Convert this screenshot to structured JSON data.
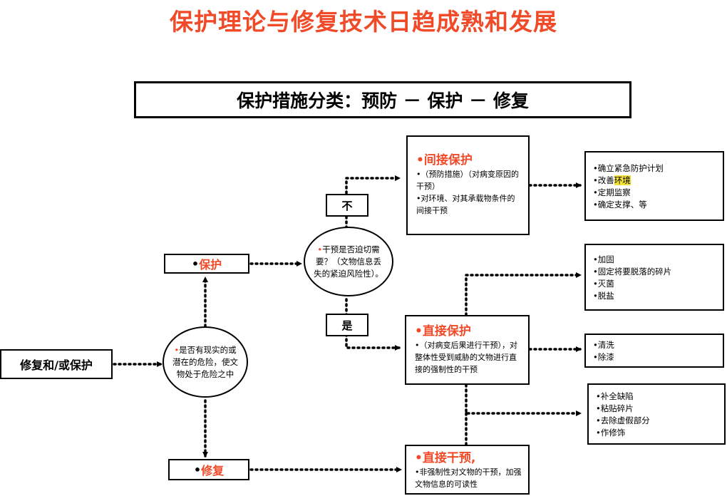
{
  "title": "保护理论与修复技术日趋成熟和发展",
  "subtitle": "保护措施分类：预防 － 保护 － 修复",
  "start_box": "修复和/或保护",
  "ellipse_danger": {
    "bullet": "•",
    "text": "是否有现实的或潜在的危险，使文物处于危险之中"
  },
  "protect_box": {
    "bullet": "•",
    "label": "保护"
  },
  "restore_box": {
    "bullet": "•",
    "label": "修复"
  },
  "ellipse_urgent": {
    "bullet": "•",
    "text": "干预是否迫切需要？（文物信息丢失的紧迫风险性）。"
  },
  "no_label": "不",
  "yes_label": "是",
  "indirect": {
    "bullet": "•",
    "title": "间接保护",
    "line1": "•（预防措施）（对病变原因的干预）",
    "line2": "•对环境、对其承载物条件的间接干预"
  },
  "direct": {
    "bullet": "•",
    "title": "直接保护",
    "text": "•（对病变后果进行干预），对整体性受到威胁的文物进行直接的强制性的干预"
  },
  "direct_intervention": {
    "bullet": "•",
    "title": "直接干预,",
    "text": "•非强制性对文物的干预，加强文物信息的可读性"
  },
  "measures_indirect": [
    "•确立紧急防护计划",
    "•改善",
    "•定期监察",
    "•确定支撑、等"
  ],
  "measures_indirect_highlight": "环境",
  "measures_direct_a": [
    "•加固",
    "•固定将要脱落的碎片",
    "•灭菌",
    "•脱盐"
  ],
  "measures_direct_b": [
    "•清洗",
    "•除漆"
  ],
  "measures_restore": [
    "•补全缺陷",
    "•粘贴碎片",
    "•去除虚假部分",
    "•作修饰"
  ],
  "colors": {
    "accent": "#f04a28",
    "line": "#000000",
    "highlight": "#f3e23a"
  }
}
